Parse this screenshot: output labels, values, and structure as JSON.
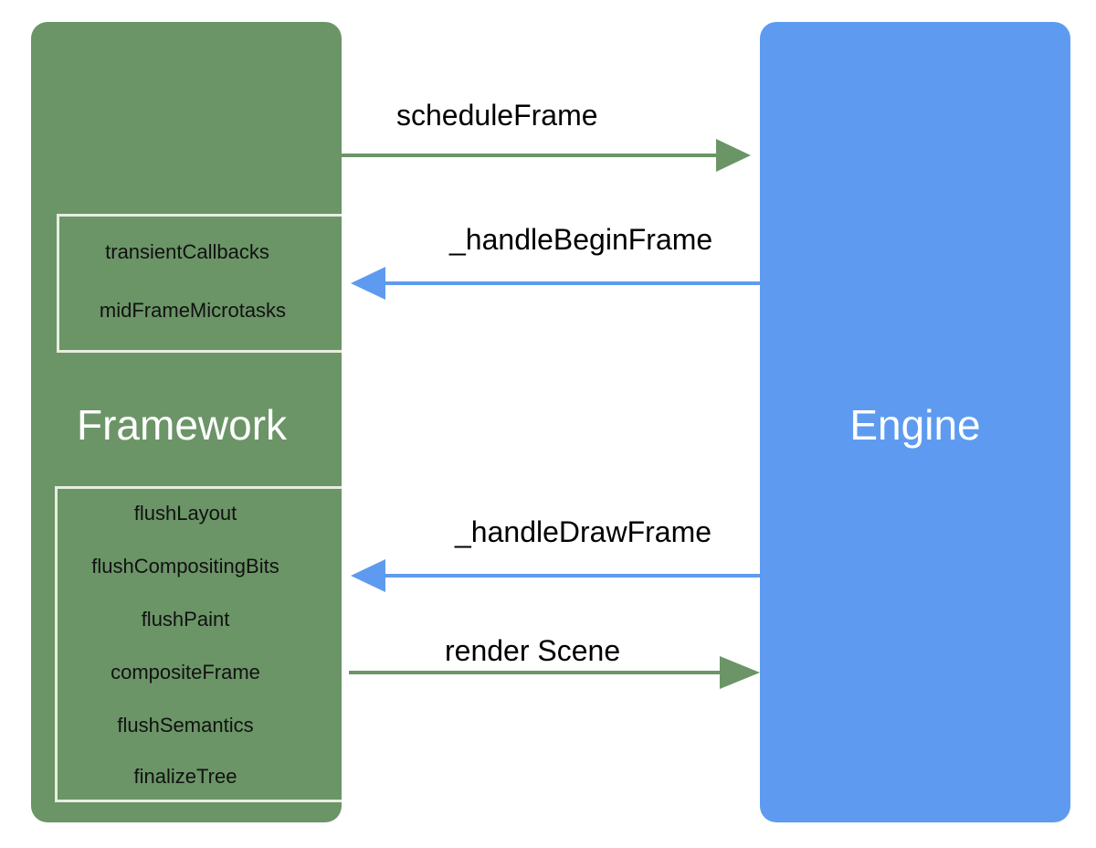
{
  "framework": {
    "title": "Framework",
    "color": "#6b9567",
    "frame_start_group": [
      "transientCallbacks",
      "midFrameMicrotasks"
    ],
    "frame_end_group": [
      "flushLayout",
      "flushCompositingBits",
      "flushPaint",
      "compositeFrame",
      "flushSemantics",
      "finalizeTree"
    ]
  },
  "engine": {
    "title": "Engine",
    "color": "#5e9bf0"
  },
  "arrows": [
    {
      "label": "scheduleFrame",
      "direction": "framework-to-engine",
      "color": "#6b9567"
    },
    {
      "label": "_handleBeginFrame",
      "direction": "engine-to-framework",
      "color": "#5e9bf0"
    },
    {
      "label": "_handleDrawFrame",
      "direction": "engine-to-framework",
      "color": "#5e9bf0"
    },
    {
      "label": "render Scene",
      "direction": "framework-to-engine",
      "color": "#6b9567"
    }
  ]
}
